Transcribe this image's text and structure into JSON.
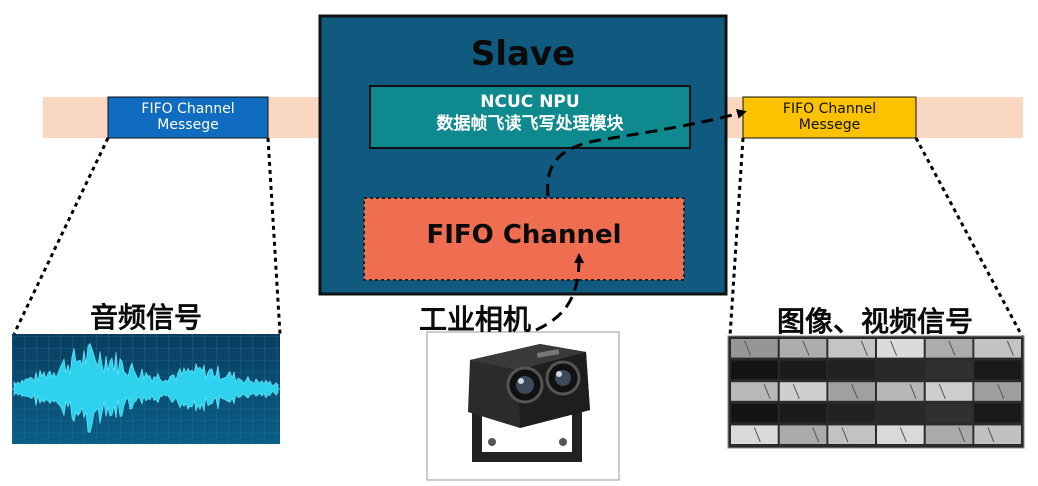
{
  "slave": {
    "title": "Slave"
  },
  "npu": {
    "line1": "NCUC NPU",
    "line2": "数据帧飞读飞写处理模块"
  },
  "fifo_channel": {
    "label": "FIFO Channel"
  },
  "messages": {
    "left": {
      "line1": "FIFO Channel",
      "line2": "Messege"
    },
    "right": {
      "line1": "FIFO Channel",
      "line2": "Messege"
    }
  },
  "captions": {
    "audio": "音频信号",
    "camera": "工业相机",
    "video": "图像、视频信号"
  },
  "colors": {
    "bus": "#f9d7c1",
    "slave_box": "#0f5a7e",
    "npu_box": "#0e8a8f",
    "fifo_box": "#ef6d50",
    "left_message": "#0f6cbf",
    "right_message": "#fcc200"
  },
  "icons": [
    "audio-waveform-image",
    "industrial-camera-image",
    "video-frames-image"
  ]
}
